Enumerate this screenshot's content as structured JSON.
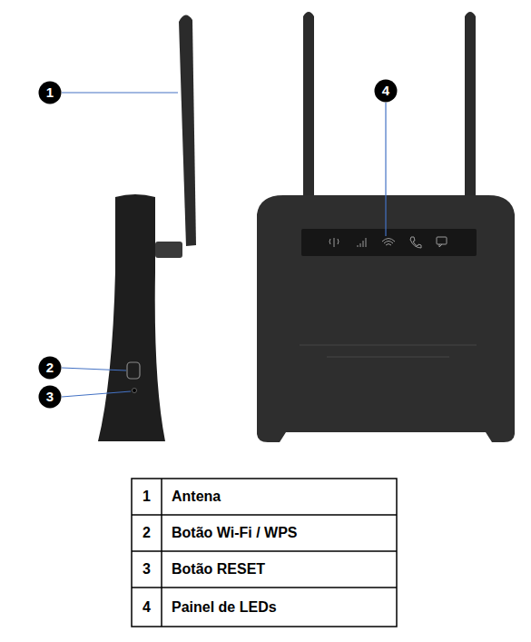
{
  "diagram": {
    "nodes": [
      {
        "text": [
          "1"
        ]
      },
      {
        "text": [
          "2"
        ]
      },
      {
        "text": [
          "3"
        ]
      },
      {
        "text": [
          "4"
        ]
      }
    ],
    "labels": [
      "1",
      "Antena",
      "2",
      "Botão Wi-Fi / WPS",
      "3",
      "Botão RESET",
      "4",
      "Painel de LEDs"
    ]
  }
}
